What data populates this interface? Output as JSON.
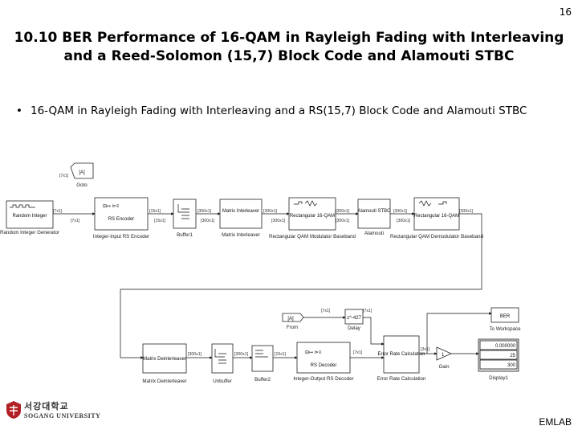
{
  "page_number": "16",
  "title": {
    "line1": "10.10 BER Performance of 16-QAM in Rayleigh Fading with Interleaving",
    "line2": "and a Reed-Solomon (15,7) Block Code and Alamouti STBC"
  },
  "bullet": "16-QAM in Rayleigh Fading with Interleaving and a RS(15,7) Block Code and Alamouti STBC",
  "diagram": {
    "goto": {
      "inner": "[A]",
      "label": "Goto",
      "dim": "[7x1]"
    },
    "top_row": [
      {
        "id": "random-integer",
        "inner": "Random Integer",
        "label": "Random Integer Generator",
        "out_dim": "[7x1]"
      },
      {
        "id": "rs-encoder",
        "inner": "RS Encoder",
        "label": "Integer-Input RS Encoder",
        "in_dim": "[7x1]",
        "out_dim": "[15x1]"
      },
      {
        "id": "buffer",
        "inner": "",
        "label": "Buffer1",
        "in_dim": "[15x1]",
        "out_dim": "[300x1]"
      },
      {
        "id": "matrix-interleaver",
        "inner": "Matrix Interleaver",
        "label": "Matrix Interleaver",
        "in_dim": "[300x1]",
        "out_dim": "[300x1]"
      },
      {
        "id": "qam-modulator",
        "inner": "Rectangular 16-QAM",
        "label": "Rectangular QAM Modulator Baseband",
        "in_dim": "[300x1]",
        "out_dim": "[300x1]"
      },
      {
        "id": "alamouti-stbc",
        "inner": "Alamouti STBC",
        "label": "Alamouti",
        "in_dim": "[300x1]",
        "out_dim": "[300x1]"
      },
      {
        "id": "qam-demodulator",
        "inner": "Rectangular 16-QAM",
        "label": "Rectangular QAM Demodulator Baseband",
        "in_dim": "[300x1]",
        "out_dim": "[300x1]"
      }
    ],
    "from": {
      "inner": "[A]",
      "label": "From",
      "dim": "[7x1]"
    },
    "delay": {
      "inner": "z^-427",
      "label": "Delay",
      "dim": "[7x1]"
    },
    "to_workspace": {
      "inner": "BER",
      "label": "To Workspace"
    },
    "bottom_row": [
      {
        "id": "matrix-deinterleaver",
        "inner": "Matrix Deinterleaver",
        "label": "Matrix Deinterleaver",
        "dim": "[300x1]"
      },
      {
        "id": "unbuffer",
        "inner": "",
        "label": "Unbuffer",
        "dim": "[300x1]"
      },
      {
        "id": "buffer2",
        "inner": "",
        "label": "Buffer2",
        "dim": "[15x1]"
      },
      {
        "id": "rs-decoder",
        "inner": "RS Decoder",
        "label": "Integer-Output RS Decoder",
        "dim": "[7x1]"
      },
      {
        "id": "error-rate",
        "inner": "Error Rate Calculation",
        "label": "Error Rate Calculation",
        "dim": "[3x1]"
      }
    ],
    "gain": {
      "inner": "1",
      "label": "Gain"
    },
    "display": {
      "label": "Display1",
      "values": [
        "0.000000",
        "25",
        "300"
      ]
    }
  },
  "logo": {
    "korean": "서강대학교",
    "english": "SOGANG UNIVERSITY"
  },
  "lab": "EMLAB",
  "colors": {
    "logo": "#b21f24",
    "title": "#000000"
  }
}
